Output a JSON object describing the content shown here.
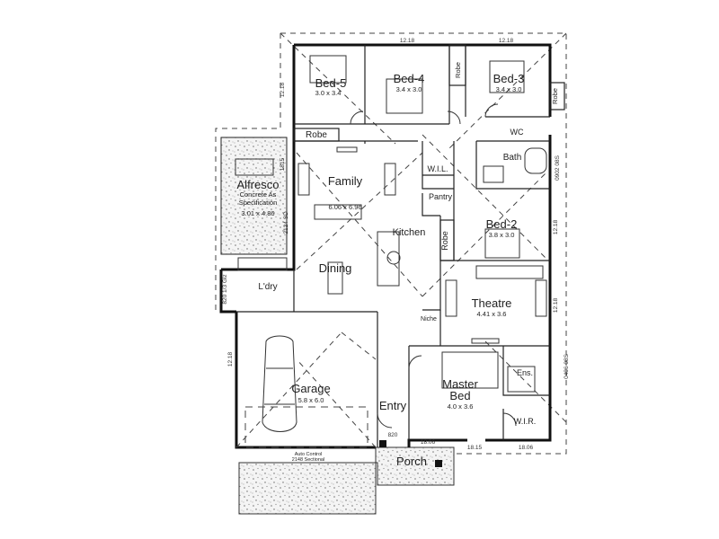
{
  "rooms": {
    "bed5": {
      "name": "Bed-5",
      "size": "3.0 x 3.4"
    },
    "bed4": {
      "name": "Bed-4",
      "size": "3.4 x 3.0"
    },
    "bed3": {
      "name": "Bed-3",
      "size": "3.4 x 3.0"
    },
    "bed2": {
      "name": "Bed-2",
      "size": "3.8 x 3.0"
    },
    "family": {
      "name": "Family",
      "size": "6.06 x 6.96"
    },
    "alfresco": {
      "name": "Alfresco",
      "note1": "Concrete As",
      "note2": "Specification",
      "size": "3.01 x 4.86"
    },
    "kitchen": {
      "name": "Kitchen"
    },
    "dining": {
      "name": "Dining"
    },
    "pantry": {
      "name": "Pantry"
    },
    "wil": {
      "name": "W.I.L."
    },
    "bath": {
      "name": "Bath"
    },
    "wc": {
      "name": "WC"
    },
    "laundry": {
      "name": "L'dry"
    },
    "theatre": {
      "name": "Theatre",
      "size": "4.41 x 3.6"
    },
    "master": {
      "name1": "Master",
      "name2": "Bed",
      "size": "4.0 x 3.6"
    },
    "ens": {
      "name": "Ens."
    },
    "wir": {
      "name": "W.I.R."
    },
    "garage": {
      "name": "Garage",
      "size": "5.8 x 6.0"
    },
    "entry": {
      "name": "Entry"
    },
    "porch": {
      "name": "Porch"
    },
    "robe_top": {
      "name": "Robe"
    },
    "robe_mid": {
      "name": "Robe"
    },
    "robe_side": {
      "name": "Robe"
    },
    "niche": {
      "name": "Niche"
    }
  },
  "notes": {
    "garage_door1": "Auto Control",
    "garage_door2": "2148 Sectional"
  },
  "dims": {
    "d1": "12.18",
    "d2": "12.18",
    "d3": "12.18",
    "d4": "18.15",
    "d5": "18.06",
    "d6": "18.06",
    "d7": "820",
    "d8": "12.18",
    "d9": "12.18",
    "d10": "12.18",
    "d11": "0902 08S",
    "d12": "0406 08S",
    "d13": "2124 SD",
    "d14": "1815",
    "d15": "820 1/3 Glz"
  }
}
